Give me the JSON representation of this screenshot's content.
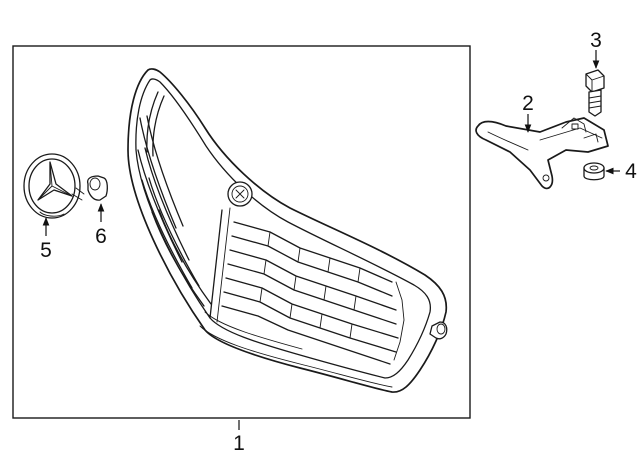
{
  "callouts": [
    {
      "id": "1",
      "text": "1"
    },
    {
      "id": "2",
      "text": "2"
    },
    {
      "id": "3",
      "text": "3"
    },
    {
      "id": "4",
      "text": "4"
    },
    {
      "id": "5",
      "text": "5"
    },
    {
      "id": "6",
      "text": "6"
    }
  ],
  "parts": [
    {
      "callout": "1",
      "icon": "radiator-grille-assembly"
    },
    {
      "callout": "2",
      "icon": "mounting-bracket"
    },
    {
      "callout": "3",
      "icon": "hex-bolt"
    },
    {
      "callout": "4",
      "icon": "nut"
    },
    {
      "callout": "5",
      "icon": "star-emblem"
    },
    {
      "callout": "6",
      "icon": "emblem-clip"
    }
  ]
}
